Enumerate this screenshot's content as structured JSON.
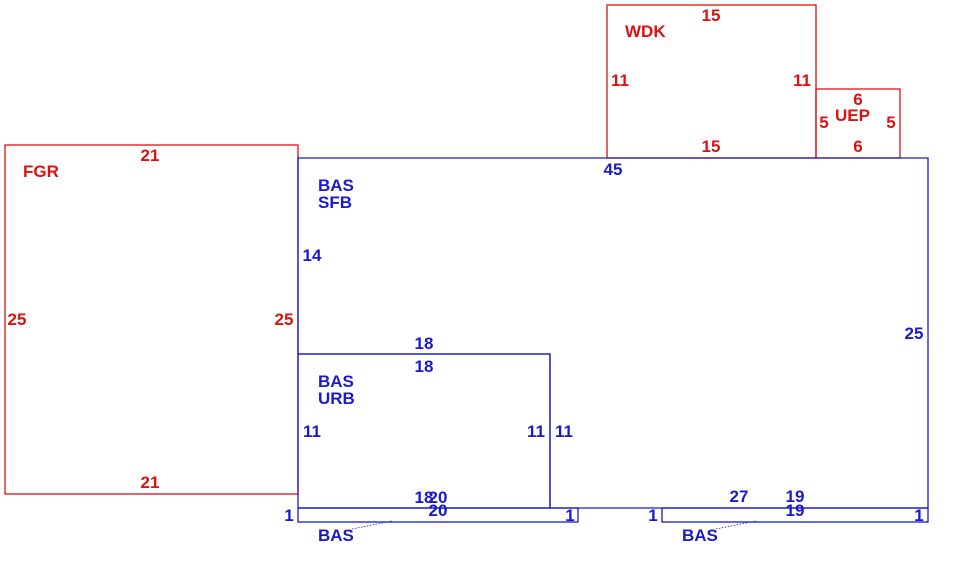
{
  "colors": {
    "red": "#dd1111",
    "blue": "#1a1acc"
  },
  "areas": {
    "fgr": {
      "code": "FGR",
      "top": "21",
      "bottom": "21",
      "left": "25",
      "right": "25"
    },
    "wdk": {
      "code": "WDK",
      "top": "15",
      "bottom": "15",
      "left": "11",
      "right": "11"
    },
    "uep": {
      "code": "UEP",
      "top": "6",
      "bottom": "6",
      "left": "5",
      "right": "5"
    },
    "sfb": {
      "code1": "BAS",
      "code2": "SFB",
      "top": "45",
      "left": "14",
      "right": "25"
    },
    "urb": {
      "code1": "BAS",
      "code2": "URB",
      "top_a": "18",
      "top_b": "18",
      "left": "11",
      "right_a": "11",
      "right_b": "11",
      "bottom_a": "18",
      "bottom_b": "20"
    },
    "strip_left": {
      "code": "BAS",
      "top": "20",
      "left": "1",
      "right": "1"
    },
    "strip_right": {
      "code": "BAS",
      "top_a": "27",
      "top_b": "19",
      "top_c": "19",
      "left": "1",
      "right": "1"
    }
  }
}
